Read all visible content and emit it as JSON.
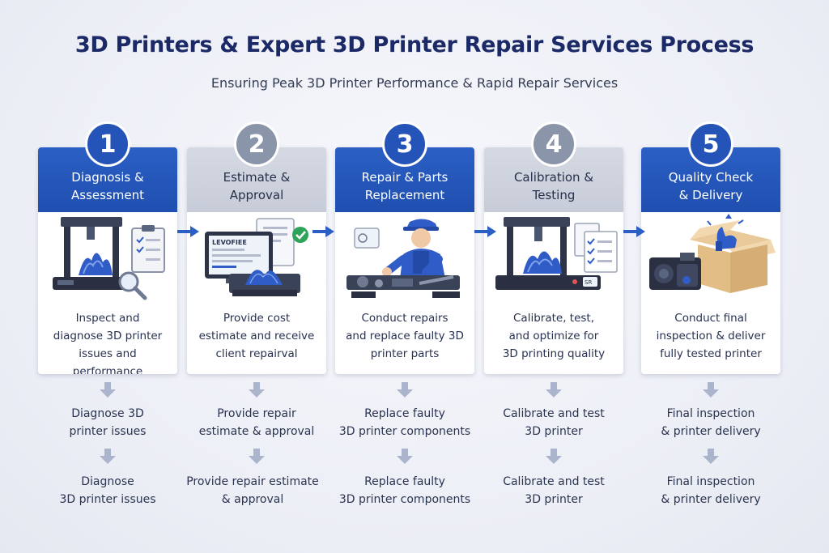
{
  "title": "3D Printers & Expert 3D Printer Repair Services Process",
  "subtitle": "Ensuring Peak 3D Printer Performance & Rapid Repair Services",
  "steps": [
    {
      "number": "1",
      "heading": [
        "Diagnosis &",
        "Assessment"
      ],
      "description": [
        "Inspect and",
        "diagnose 3D printer",
        "issues and performance"
      ],
      "sub1": [
        "Diagnose 3D",
        "printer issues"
      ],
      "sub2": [
        "Diagnose",
        "3D printer issues"
      ],
      "icon": "printer-with-clipboard-icon",
      "style": "blue"
    },
    {
      "number": "2",
      "heading": [
        "Estimate &",
        "Approval"
      ],
      "description": [
        "Provide cost",
        "estimate and receive",
        "client repairval"
      ],
      "sub1": [
        "Provide repair",
        "estimate & approval"
      ],
      "sub2": [
        "Provide repair estimate",
        "& approval"
      ],
      "icon": "invoice-screen-icon",
      "screen_text": "LEVOFIEE",
      "style": "gray"
    },
    {
      "number": "3",
      "heading": [
        "Repair & Parts",
        "Replacement"
      ],
      "description": [
        "Conduct repairs",
        "and replace faulty 3D",
        "printer parts"
      ],
      "sub1": [
        "Replace faulty",
        "3D printer components"
      ],
      "sub2": [
        "Replace faulty",
        "3D printer components"
      ],
      "icon": "technician-repair-icon",
      "style": "blue"
    },
    {
      "number": "4",
      "heading": [
        "Calibration &",
        "Testing"
      ],
      "description": [
        "Calibrate, test,",
        "and optimize for",
        "3D printing quality"
      ],
      "sub1": [
        "Calibrate and test",
        "3D printer"
      ],
      "sub2": [
        "Calibrate and test",
        "3D printer"
      ],
      "icon": "printer-calibration-icon",
      "screen_text": "SR",
      "style": "gray"
    },
    {
      "number": "5",
      "heading": [
        "Quality Check",
        "& Delivery"
      ],
      "description": [
        "Conduct final",
        "inspection & deliver",
        "fully tested printer"
      ],
      "sub1": [
        "Final inspection",
        "& printer delivery"
      ],
      "sub2": [
        "Final inspection",
        "& printer delivery"
      ],
      "icon": "delivery-box-icon",
      "style": "blue"
    }
  ],
  "colors": {
    "primary_blue": "#2454b8",
    "header_blue": "#2b5fc4",
    "header_gray": "#d5d9e3",
    "badge_gray": "#8b95a9",
    "arrow_blue": "#2b5fc4",
    "arrow_light": "#aab4cc",
    "title": "#1b2a66"
  }
}
